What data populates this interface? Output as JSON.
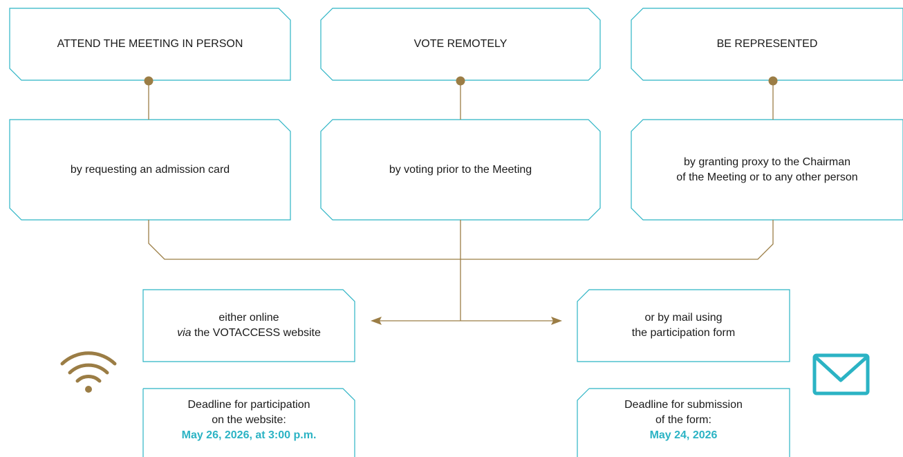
{
  "colors": {
    "box_border": "#2bb3c4",
    "connector": "#9b7d45",
    "highlight": "#2bb3c4",
    "text": "#1a1a1a"
  },
  "top_row": [
    {
      "label": "ATTEND THE MEETING IN PERSON"
    },
    {
      "label": "VOTE REMOTELY"
    },
    {
      "label": "BE REPRESENTED"
    }
  ],
  "middle_row": [
    {
      "lines": [
        "by requesting an admission card"
      ]
    },
    {
      "lines": [
        "by voting prior to the Meeting"
      ]
    },
    {
      "lines": [
        "by granting proxy to the Chairman",
        "of the Meeting or to any other person"
      ]
    }
  ],
  "online": {
    "line1": "either online",
    "line2_italic": "via",
    "line2_rest": " the VOTACCESS website",
    "deadline_line1": "Deadline for participation",
    "deadline_line2": "on the website:",
    "deadline_date": "May 26, 2026, at 3:00 p.m.",
    "icon": "wifi-icon"
  },
  "mail": {
    "line1": "or by mail using",
    "line2": "the participation form",
    "deadline_line1": "Deadline for submission",
    "deadline_line2": "of the form:",
    "deadline_date": "May 24, 2026",
    "icon": "envelope-icon"
  }
}
